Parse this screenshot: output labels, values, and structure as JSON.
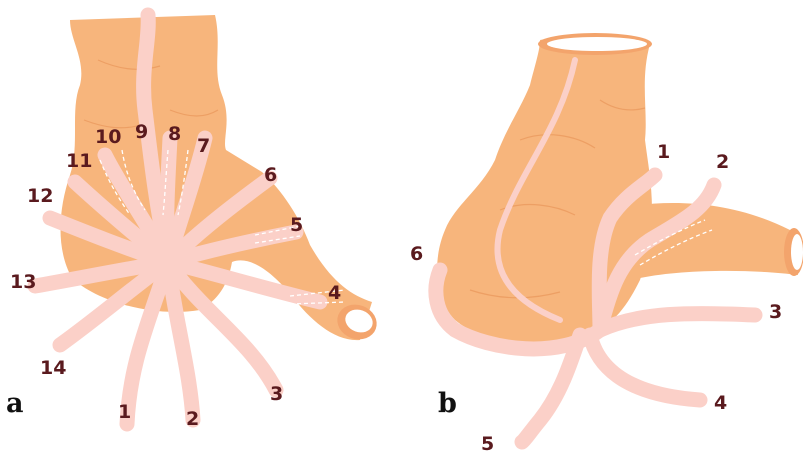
{
  "colors": {
    "intestine": "#f7b57c",
    "intestine_shadow": "#e8955a",
    "band": "#fbd0c8",
    "band_edge": "#f3b3a6",
    "label": "#5a1a1e"
  },
  "panel_a": {
    "letter": "a",
    "labels": [
      "1",
      "2",
      "3",
      "4",
      "5",
      "6",
      "7",
      "8",
      "9",
      "10",
      "11",
      "12",
      "13",
      "14"
    ]
  },
  "panel_b": {
    "letter": "b",
    "labels": [
      "1",
      "2",
      "3",
      "4",
      "5",
      "6"
    ]
  }
}
